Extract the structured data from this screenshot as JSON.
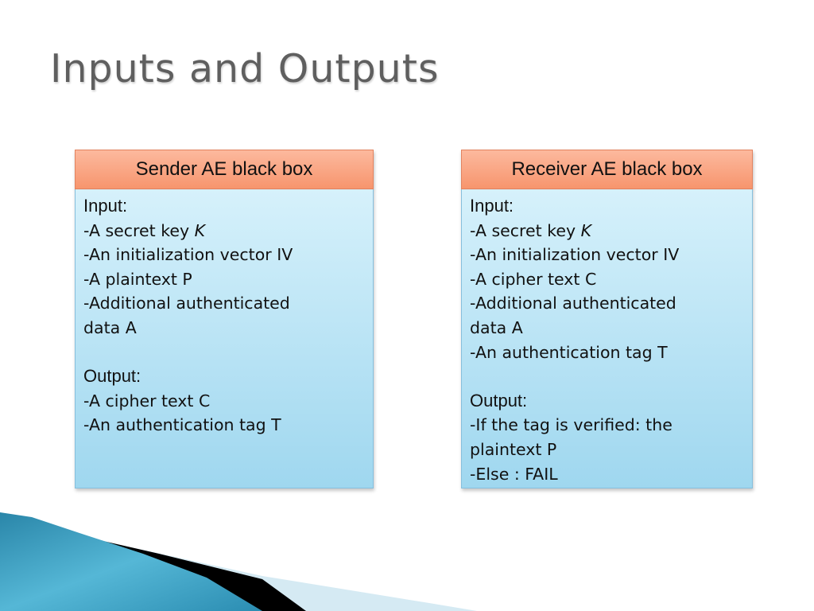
{
  "slide": {
    "title": "Inputs and Outputs"
  },
  "sender": {
    "header": "Sender AE black box",
    "input_heading": "Input",
    "input_colon": ":",
    "input_items": {
      "key_prefix": "-A secret key ",
      "key_var": "K",
      "iv": "-An initialization vector IV",
      "plaintext": "-A plaintext P",
      "aad_1": "-Additional authenticated",
      "aad_2": "data A"
    },
    "output_heading": "Output:",
    "output_items": {
      "ciphertext": "-A cipher text C",
      "tag": "-An authentication tag T"
    }
  },
  "receiver": {
    "header": "Receiver AE black box",
    "input_heading": "Input:",
    "input_items": {
      "key_prefix": "-A secret key ",
      "key_var": "K",
      "iv": "-An initialization vector IV",
      "ciphertext": "-A cipher text C",
      "aad_1": "-Additional authenticated",
      "aad_2": "data A",
      "tag": "-An authentication tag T"
    },
    "output_heading": "Output:",
    "output_items": {
      "verified_1": "-If the tag is verified: the",
      "verified_2": "plaintext P",
      "else": "-Else : FAIL"
    }
  },
  "colors": {
    "title": "#5f5f5f",
    "header_fill": "#f7956d",
    "body_fill": "#9fd7ef",
    "deco_blue": "#2f93b5",
    "deco_black": "#000000"
  }
}
